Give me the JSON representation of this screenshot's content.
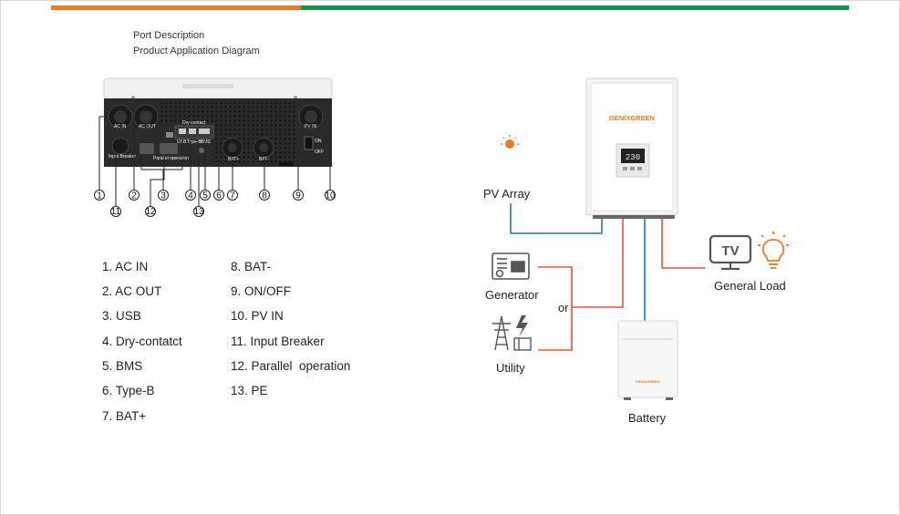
{
  "header": {
    "subtitles": [
      "Port Description",
      "Product Application Diagram"
    ]
  },
  "panel": {
    "port_labels": [
      "AC IN",
      "AC OUT",
      "PV IN",
      "USB",
      "Type-B",
      "BMS",
      "Dry contact",
      "BAT+",
      "BAT-",
      "Input Breaker",
      "Parallel operation",
      "ON",
      "OFF"
    ],
    "callouts": [
      "1",
      "2",
      "3",
      "4",
      "5",
      "6",
      "7",
      "8",
      "9",
      "10",
      "11",
      "12",
      "13"
    ]
  },
  "port_list": {
    "left": [
      "1. AC IN",
      "2. AC OUT",
      "3. USB",
      "4. Dry-contatct",
      "5. BMS",
      "6. Type-B",
      "7. BAT+"
    ],
    "right": [
      "8. BAT-",
      "9. ON/OFF",
      "10. PV IN",
      "11. Input Breaker",
      "12. Parallel  operation",
      "13. PE"
    ]
  },
  "application": {
    "pv_array": "PV Array",
    "generator": "Generator",
    "or": "or",
    "utility": "Utility",
    "general_load": "General Load",
    "battery": "Battery",
    "tv_text": "TV",
    "brand_inverter": "GENIXGREEN",
    "brand_battery": "GENIXGREEN",
    "display_value": "230"
  },
  "colors": {
    "orange": "#ec7b22",
    "green": "#12954a",
    "ac_wire": "#e5533d",
    "dc_wire": "#1f77b4",
    "panel_dark": "#2a2a2a"
  }
}
